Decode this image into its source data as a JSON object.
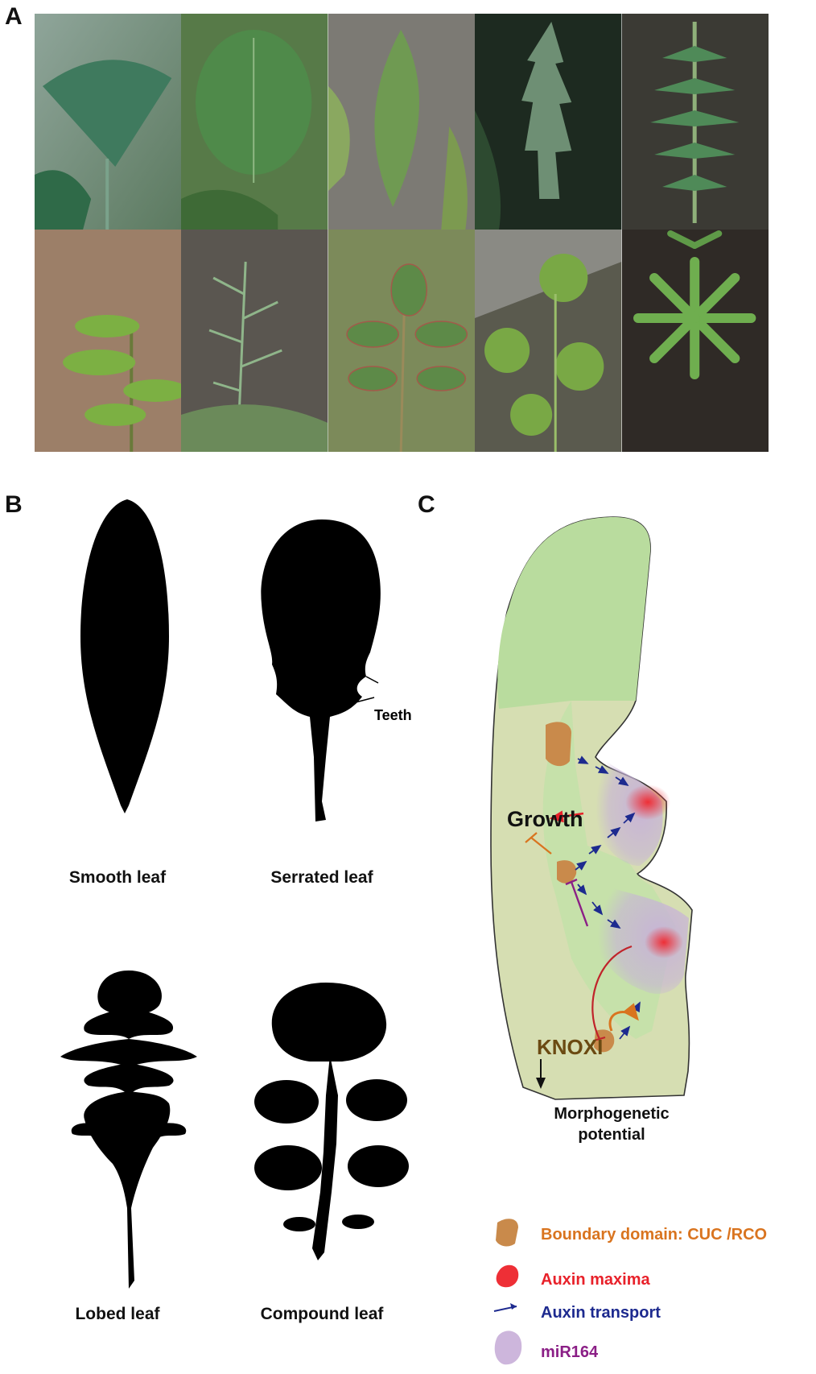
{
  "panels": {
    "a": "A",
    "b": "B",
    "c": "C"
  },
  "photos": [
    "ginkgo-leaf",
    "heart-leaf",
    "lanceolate-leaf",
    "serrate-leaf",
    "pinnatifid-fern",
    "bipinnate-seedling",
    "dissected-leaf",
    "rose-compound-leaf",
    "lobed-compound-leaf",
    "palmate-leaf"
  ],
  "silhouettes": {
    "smooth": "Smooth leaf",
    "serrated": "Serrated leaf",
    "teeth": "Teeth",
    "lobed": "Lobed leaf",
    "compound": "Compound leaf"
  },
  "diagram": {
    "growth": "Growth",
    "knox": "KNOXI",
    "morpho_line1": "Morphogenetic",
    "morpho_line2": "potential"
  },
  "legend": [
    {
      "text": "Boundary domain: CUC /RCO",
      "color": "#d9741f"
    },
    {
      "text": "Auxin maxima",
      "color": "#e8212a"
    },
    {
      "text": "Auxin transport",
      "color": "#1d2a8f"
    },
    {
      "text": "miR164",
      "color": "#8b1f86"
    }
  ],
  "colors": {
    "leaf_light": "#d6deb2",
    "leaf_green": "#b9dc9e",
    "boundary": "#c98a4b",
    "auxin": "#ee2f36",
    "transport": "#2a2a9a",
    "mir164": "#cdb6dc"
  }
}
